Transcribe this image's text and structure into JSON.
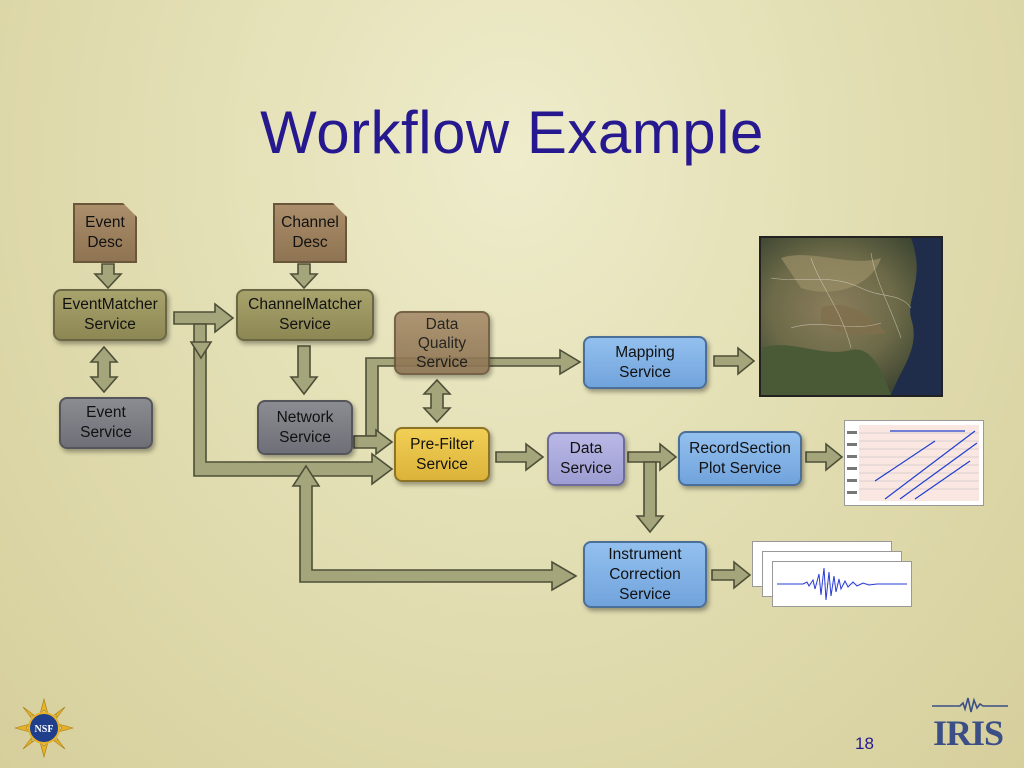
{
  "slide": {
    "title": "Workflow Example",
    "page_number": "18"
  },
  "nodes": {
    "event_desc": "Event\nDesc",
    "channel_desc": "Channel\nDesc",
    "eventmatcher": "EventMatcher\nService",
    "channelmatcher": "ChannelMatcher\nService",
    "event_service": "Event\nService",
    "network_service": "Network\nService",
    "data_quality": "Data\nQuality\nService",
    "prefilter": "Pre-Filter\nService",
    "mapping": "Mapping\nService",
    "data_service": "Data\nService",
    "recordsection": "RecordSection\nPlot Service",
    "instrument": "Instrument\nCorrection\nService"
  },
  "logos": {
    "nsf": "NSF",
    "iris": "IRIS"
  },
  "colors": {
    "title": "#26188f",
    "arrow_fill": "#a4a57a",
    "arrow_stroke": "#4e4f38"
  }
}
